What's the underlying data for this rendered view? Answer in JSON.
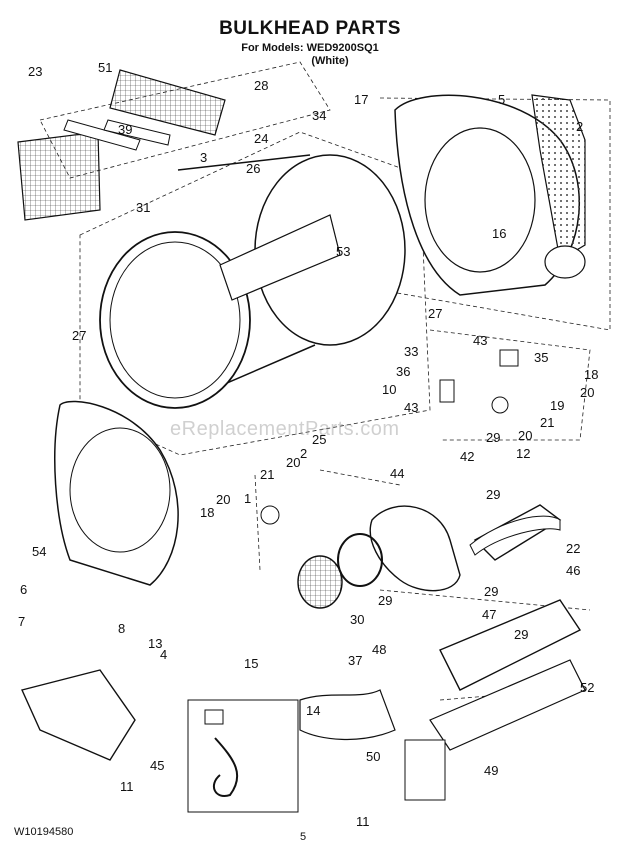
{
  "header": {
    "title": "BULKHEAD PARTS",
    "models_line": "For Models: WED9200SQ1",
    "color_line": "(White)"
  },
  "watermark": "eReplacementParts.com",
  "footer": {
    "doc_number": "W10194580",
    "page_number": "5"
  },
  "callouts": [
    "51",
    "28",
    "23",
    "34",
    "39",
    "24",
    "3",
    "26",
    "17",
    "5",
    "2",
    "31",
    "53",
    "16",
    "27",
    "27",
    "33",
    "43",
    "35",
    "36",
    "18",
    "10",
    "20",
    "43",
    "19",
    "21",
    "20",
    "25",
    "29",
    "42",
    "12",
    "2",
    "21",
    "20",
    "44",
    "1",
    "20",
    "29",
    "18",
    "22",
    "54",
    "6",
    "29",
    "46",
    "8",
    "29",
    "47",
    "7",
    "13",
    "30",
    "29",
    "48",
    "4",
    "37",
    "52",
    "15",
    "14",
    "50",
    "49",
    "45",
    "11",
    "11"
  ],
  "icons": [
    "lint-screen-icon",
    "drum-icon",
    "bulkhead-icon",
    "blower-housing-icon",
    "heater-duct-icon",
    "blower-wheel-icon",
    "wire-harness-icon"
  ]
}
